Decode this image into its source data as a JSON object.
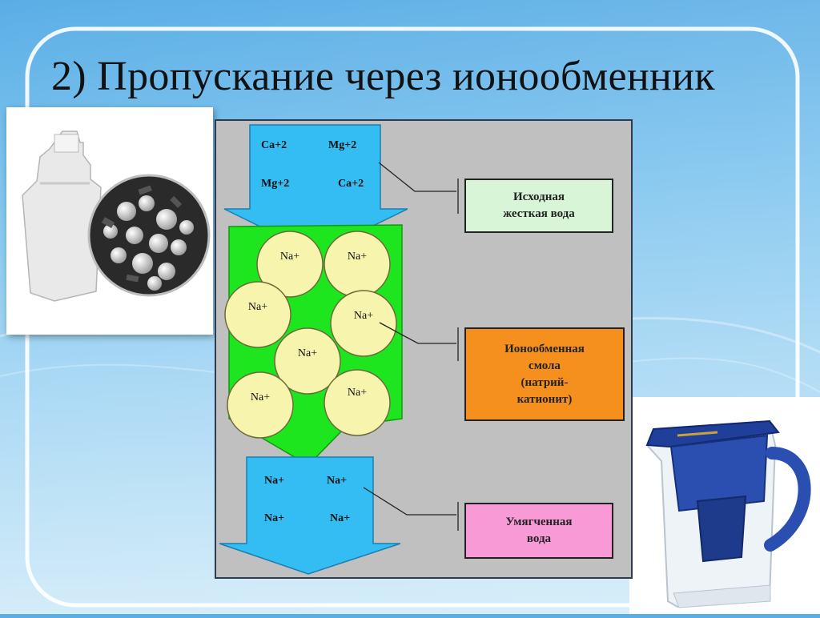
{
  "slide": {
    "title": "2) Пропускание через ионообменник"
  },
  "photos": {
    "left": "filter-cartridge-with-resin-beads",
    "right": "water-filter-pitcher"
  },
  "diagram": {
    "input_ions": [
      "Ca+2",
      "Mg+2",
      "Mg+2",
      "Ca+2"
    ],
    "resin_ions": [
      "Na+",
      "Na+",
      "Na+",
      "Na+",
      "Na+",
      "Na+",
      "Na+"
    ],
    "output_ions": [
      "Na+",
      "Na+",
      "Na+",
      "Na+"
    ],
    "labels": {
      "hard_water": "Исходная\nжесткая вода",
      "resin": "Ионообменная\nсмола\n(натрий-\nкатионит)",
      "soft_water": "Умягченная\nвода"
    },
    "colors": {
      "arrow": "#33bdf2",
      "resin": "#1ee61e",
      "bead": "#f6f4ad",
      "hard_water_box": "#d8f5d8",
      "resin_box": "#f5901f",
      "soft_water_box": "#f79ad6",
      "panel": "#c0c0c0"
    }
  }
}
